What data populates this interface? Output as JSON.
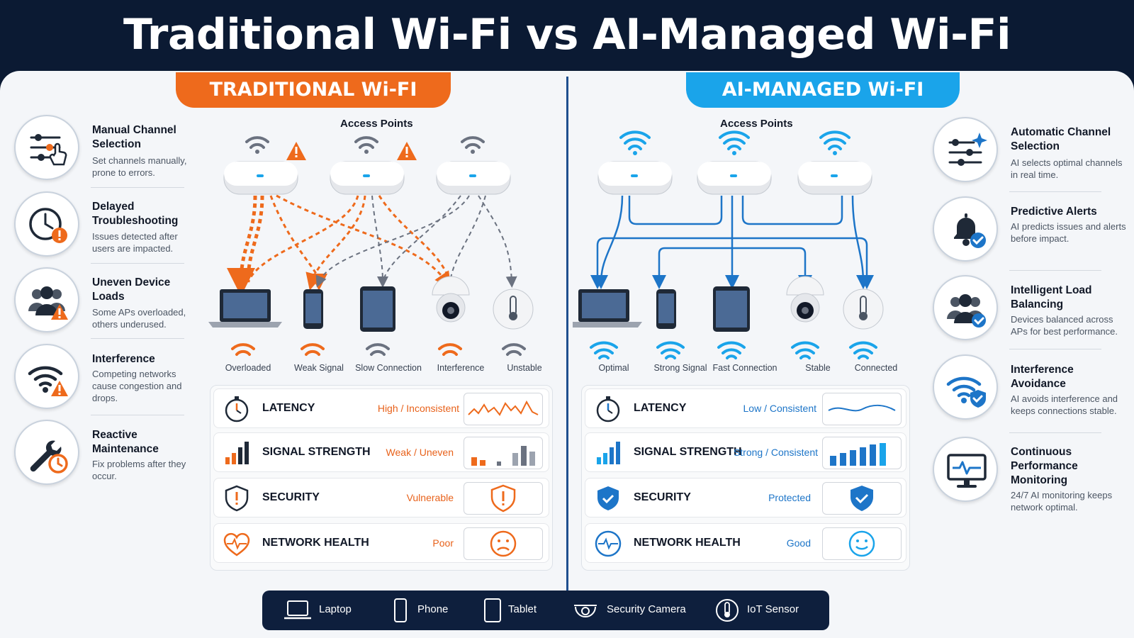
{
  "title": "Traditional Wi-Fi vs AI-Managed Wi-Fi",
  "colors": {
    "navy": "#0b1a33",
    "orange": "#ee6a1c",
    "blue": "#1aa4ea",
    "panel": "#f4f6f9"
  },
  "traditional": {
    "header": "TRADITIONAL Wi-FI",
    "ap_label": "Access Points",
    "features": [
      {
        "icon": "sliders-hand-icon",
        "title": "Manual Channel Selection",
        "desc": "Set channels manually, prone to errors."
      },
      {
        "icon": "clock-alert-icon",
        "title": "Delayed Troubleshooting",
        "desc": "Issues detected after users are impacted."
      },
      {
        "icon": "users-warning-icon",
        "title": "Uneven Device Loads",
        "desc": "Some APs overloaded, others underused."
      },
      {
        "icon": "wifi-warning-icon",
        "title": "Interference",
        "desc": "Competing networks cause congestion and drops."
      },
      {
        "icon": "wrench-clock-icon",
        "title": "Reactive Maintenance",
        "desc": "Fix problems after they occur."
      }
    ],
    "device_status": [
      "Overloaded",
      "Weak Signal",
      "Slow Connection",
      "Interference",
      "Unstable"
    ],
    "metrics": [
      {
        "icon": "stopwatch-icon",
        "label": "LATENCY",
        "value": "High / Inconsistent"
      },
      {
        "icon": "signal-bars-icon",
        "label": "SIGNAL STRENGTH",
        "value": "Weak / Uneven"
      },
      {
        "icon": "shield-alert-icon",
        "label": "SECURITY",
        "value": "Vulnerable"
      },
      {
        "icon": "heart-pulse-icon",
        "label": "NETWORK HEALTH",
        "value": "Poor"
      }
    ]
  },
  "ai": {
    "header": "AI-MANAGED Wi-FI",
    "ap_label": "Access Points",
    "features": [
      {
        "icon": "sliders-sparkle-icon",
        "title": "Automatic Channel Selection",
        "desc": "AI selects optimal channels in real time."
      },
      {
        "icon": "bell-check-icon",
        "title": "Predictive Alerts",
        "desc": "AI predicts issues and alerts before impact."
      },
      {
        "icon": "users-check-icon",
        "title": "Intelligent Load Balancing",
        "desc": "Devices balanced across APs for best performance."
      },
      {
        "icon": "wifi-shield-icon",
        "title": "Interference Avoidance",
        "desc": "AI avoids interference and keeps connections stable."
      },
      {
        "icon": "monitor-pulse-icon",
        "title": "Continuous Performance Monitoring",
        "desc": "24/7 AI monitoring keeps network optimal."
      }
    ],
    "device_status": [
      "Optimal",
      "Strong Signal",
      "Fast Connection",
      "Stable",
      "Connected"
    ],
    "metrics": [
      {
        "icon": "stopwatch-icon",
        "label": "LATENCY",
        "value": "Low / Consistent"
      },
      {
        "icon": "signal-bars-icon",
        "label": "SIGNAL STRENGTH",
        "value": "Strong / Consistent"
      },
      {
        "icon": "shield-check-icon",
        "label": "SECURITY",
        "value": "Protected"
      },
      {
        "icon": "heart-pulse-icon",
        "label": "NETWORK HEALTH",
        "value": "Good"
      }
    ]
  },
  "legend": [
    {
      "icon": "laptop-icon",
      "label": "Laptop"
    },
    {
      "icon": "phone-icon",
      "label": "Phone"
    },
    {
      "icon": "tablet-icon",
      "label": "Tablet"
    },
    {
      "icon": "security-camera-icon",
      "label": "Security Camera"
    },
    {
      "icon": "iot-sensor-icon",
      "label": "IoT Sensor"
    }
  ]
}
